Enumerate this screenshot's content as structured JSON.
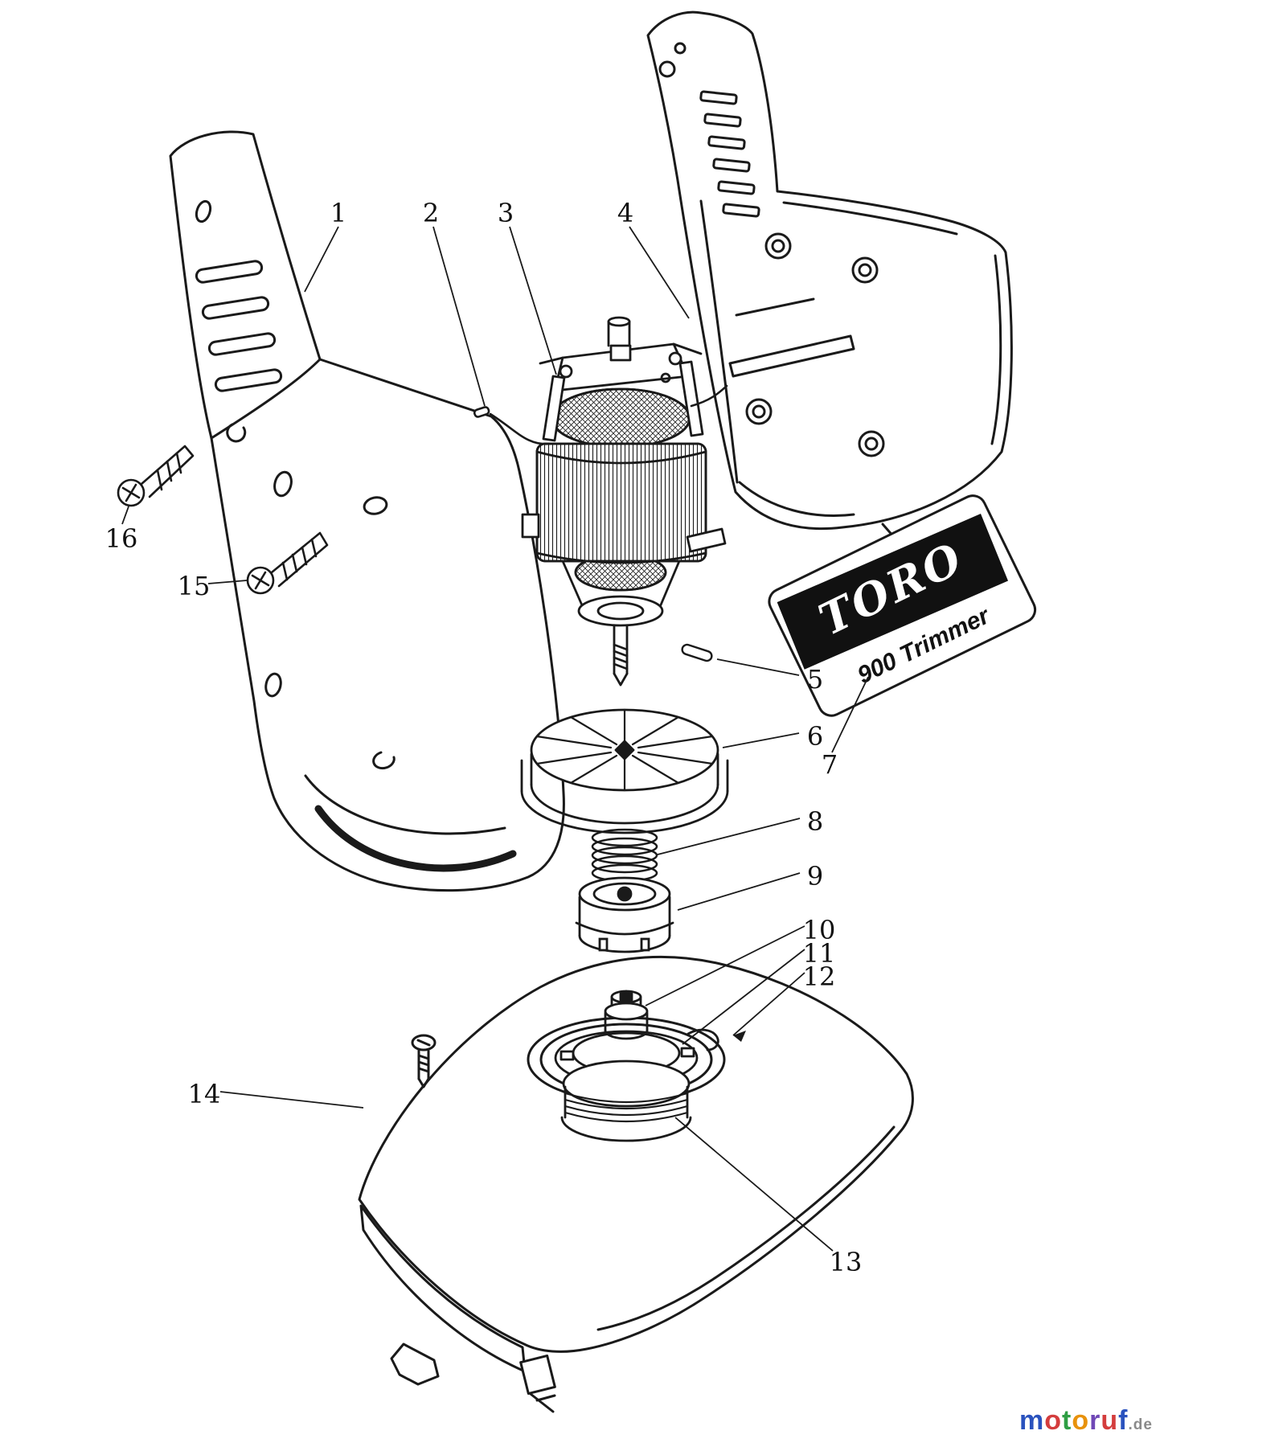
{
  "diagram": {
    "type": "exploded-parts-diagram",
    "callouts": [
      {
        "id": "1"
      },
      {
        "id": "2"
      },
      {
        "id": "3"
      },
      {
        "id": "4"
      },
      {
        "id": "5"
      },
      {
        "id": "6"
      },
      {
        "id": "7"
      },
      {
        "id": "8"
      },
      {
        "id": "9"
      },
      {
        "id": "10"
      },
      {
        "id": "11"
      },
      {
        "id": "12"
      },
      {
        "id": "13"
      },
      {
        "id": "14"
      },
      {
        "id": "15"
      },
      {
        "id": "16"
      }
    ],
    "label": {
      "brand": "TORO",
      "model": "900 Trimmer"
    }
  },
  "colors": {
    "line": "#1a1a1a",
    "label_bg": "#111111",
    "background": "#ffffff"
  },
  "watermark": {
    "letters": [
      {
        "ch": "m",
        "color": "#2a52be"
      },
      {
        "ch": "o",
        "color": "#d43d3d"
      },
      {
        "ch": "t",
        "color": "#2f9e44"
      },
      {
        "ch": "o",
        "color": "#e8920c"
      },
      {
        "ch": "r",
        "color": "#7048b6"
      },
      {
        "ch": "u",
        "color": "#d43d3d"
      },
      {
        "ch": "f",
        "color": "#2a52be"
      }
    ],
    "suffix": ".de",
    "suffix_color": "#8a8a8a"
  }
}
